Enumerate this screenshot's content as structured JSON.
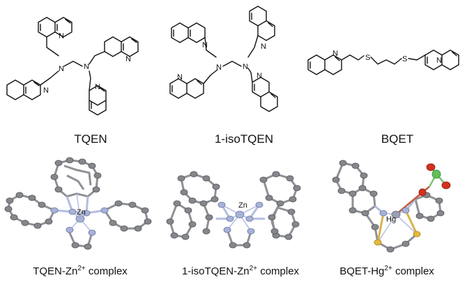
{
  "structures": [
    {
      "name": "TQEN",
      "atom_label": "N"
    },
    {
      "name": "1-isoTQEN",
      "atom_label": "N"
    },
    {
      "name": "BQET",
      "atom_label_n": "N",
      "atom_label_s": "S"
    }
  ],
  "crystals": [
    {
      "metal": "Zn",
      "caption_pre": "TQEN-Zn",
      "caption_sup": "2+",
      "caption_post": " complex"
    },
    {
      "metal": "Zn",
      "caption_pre": "1-isoTQEN-Zn",
      "caption_sup": "2+",
      "caption_post": " complex"
    },
    {
      "metal": "Hg",
      "caption_pre": "BQET-Hg",
      "caption_sup": "2+",
      "caption_post": " complex"
    }
  ],
  "colors": {
    "carbon": "#85878c",
    "nitrogen": "#a7b2d6",
    "sulfur": "#e3b93c",
    "oxygen": "#d2321e",
    "chlorine": "#5fbf5a",
    "mercury": "#9aa0b2"
  }
}
